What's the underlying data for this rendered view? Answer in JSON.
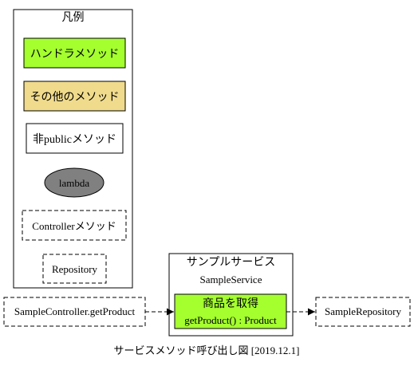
{
  "colors": {
    "handler_fill": "#a5ff2f",
    "other_method_fill": "#f0db8c",
    "lambda_fill": "#808080",
    "stroke": "#000000",
    "background": "#ffffff"
  },
  "legend": {
    "title": "凡例",
    "handler_method": "ハンドラメソッド",
    "other_method": "その他のメソッド",
    "non_public_method": "非publicメソッド",
    "lambda": "lambda",
    "controller_method": "Controllerメソッド",
    "repository": "Repository"
  },
  "service_cluster": {
    "label": "サンプルサービス",
    "class_name": "SampleService",
    "method_title": "商品を取得",
    "method_signature": "getProduct() : Product"
  },
  "nodes": {
    "controller": "SampleController.getProduct",
    "repository": "SampleRepository"
  },
  "caption": "サービスメソッド呼び出し図 [2019.12.1]"
}
